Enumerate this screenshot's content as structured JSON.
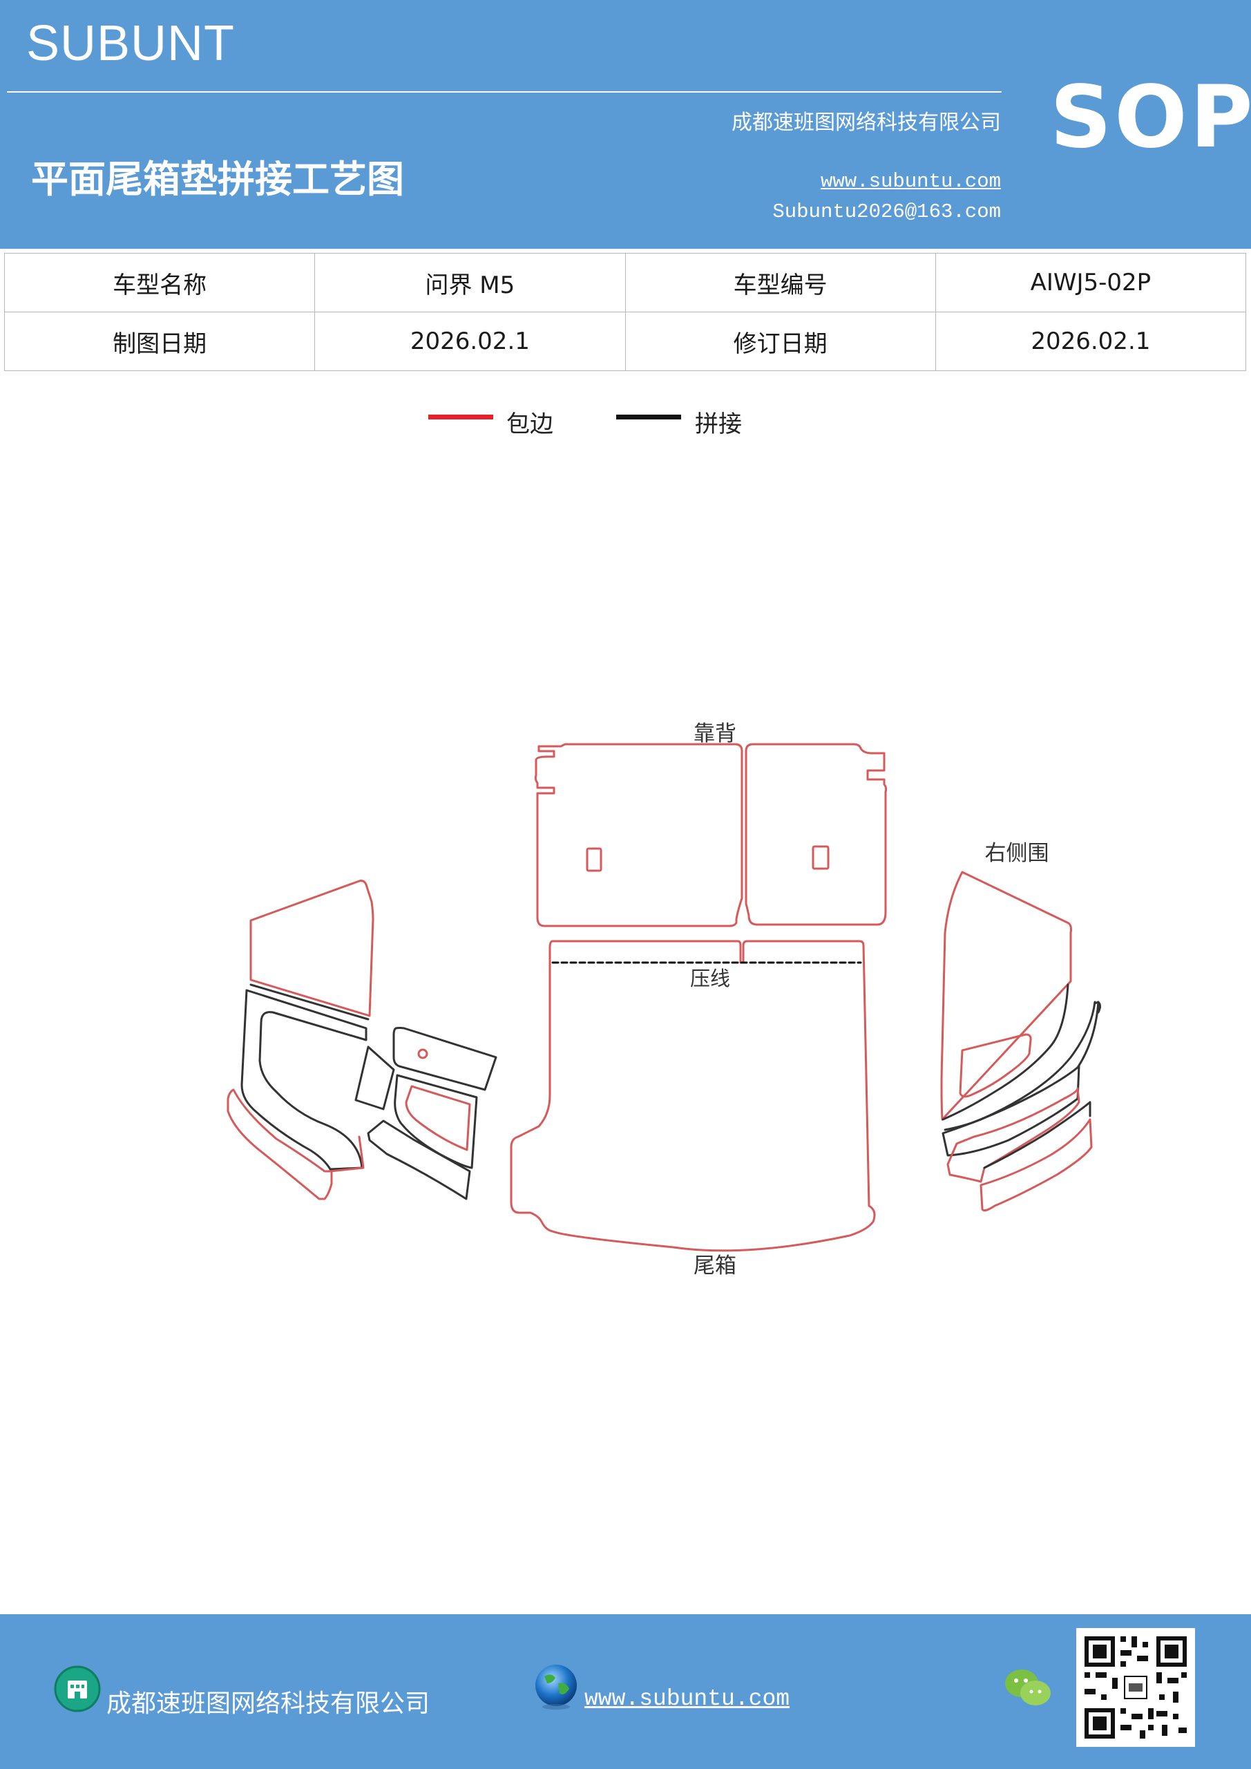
{
  "header": {
    "brand": "SUBUNT",
    "company": "成都速班图网络科技有限公司",
    "title": "平面尾箱垫拼接工艺图",
    "website": "www.subuntu.com",
    "email": "Subuntu2026@163.com",
    "badge": "SOP"
  },
  "info": {
    "model_name_label": "车型名称",
    "model_name": "问界 M5",
    "model_code_label": "车型编号",
    "model_code": "AIWJ5-02P",
    "draw_date_label": "制图日期",
    "draw_date": "2026.02.1",
    "revise_date_label": "修订日期",
    "revise_date": "2026.02.1"
  },
  "legend": {
    "wrap_label": "包边",
    "wrap_color": "#e8202a",
    "splice_label": "拼接",
    "splice_color": "#111111"
  },
  "diagram": {
    "backrest_label": "靠背",
    "right_side_label": "右侧围",
    "crease_label": "压线",
    "trunk_label": "尾箱",
    "outline_color": "#d65a5a",
    "splice_color": "#333333"
  },
  "footer": {
    "company": "成都速班图网络科技有限公司",
    "website": "www.subuntu.com",
    "building_icon": "building-icon",
    "globe_icon": "globe-icon",
    "wechat_icon": "wechat-icon",
    "qr_icon": "qr-code-icon"
  }
}
